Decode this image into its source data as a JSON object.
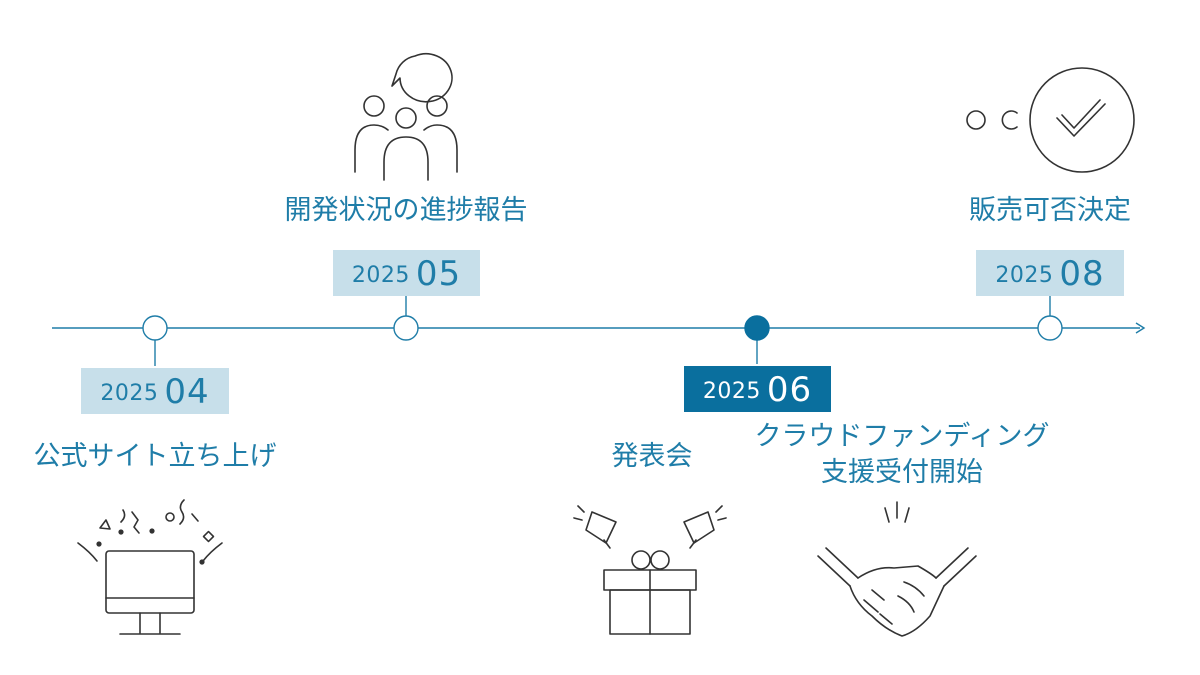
{
  "colors": {
    "accent": "#1f7da8",
    "badge_light": "#c7dfea",
    "badge_dark": "#0a6f9e",
    "icon_stroke": "#333333"
  },
  "milestones": [
    {
      "year": "2025",
      "month": "04",
      "label": "公式サイト立ち上げ",
      "icon": "celebration-monitor-icon",
      "current": false
    },
    {
      "year": "2025",
      "month": "05",
      "label": "開発状況の進捗報告",
      "icon": "people-speech-bubble-icon",
      "current": false
    },
    {
      "year": "2025",
      "month": "06",
      "label": "発表会",
      "label2": "クラウドファンディング",
      "label3": "支援受付開始",
      "icon": "gift-megaphone-icon",
      "icon2": "handshake-icon",
      "current": true
    },
    {
      "year": "2025",
      "month": "08",
      "label": "販売可否決定",
      "icon": "check-circle-icon",
      "current": false
    }
  ]
}
